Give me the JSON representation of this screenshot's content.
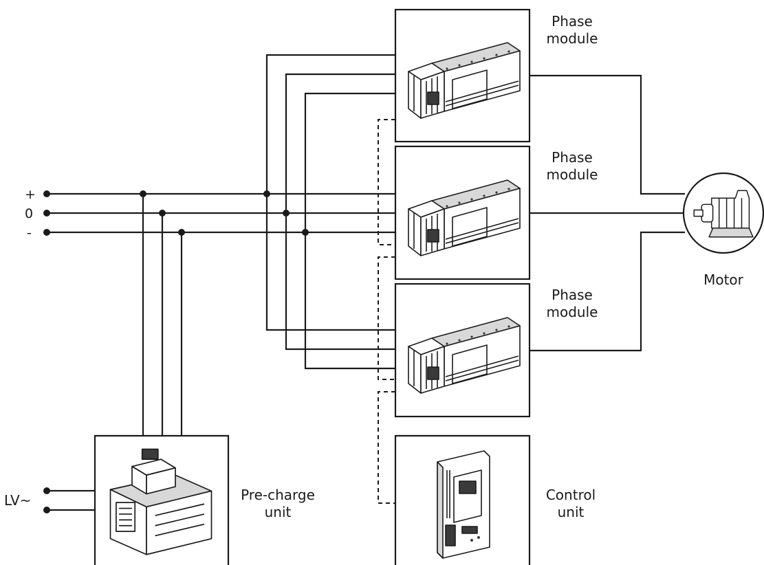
{
  "bus_labels": {
    "plus": "+",
    "zero": "0",
    "minus": "-"
  },
  "phase_modules": [
    {
      "line1": "Phase",
      "line2": "module"
    },
    {
      "line1": "Phase",
      "line2": "module"
    },
    {
      "line1": "Phase",
      "line2": "module"
    }
  ],
  "motor": {
    "label": "Motor"
  },
  "precharge": {
    "line1": "Pre-charge",
    "line2": "unit",
    "input_label": "LV~"
  },
  "control": {
    "line1": "Control",
    "line2": "unit"
  },
  "colors": {
    "line": "#1a1a1a",
    "background": "#ffffff"
  }
}
